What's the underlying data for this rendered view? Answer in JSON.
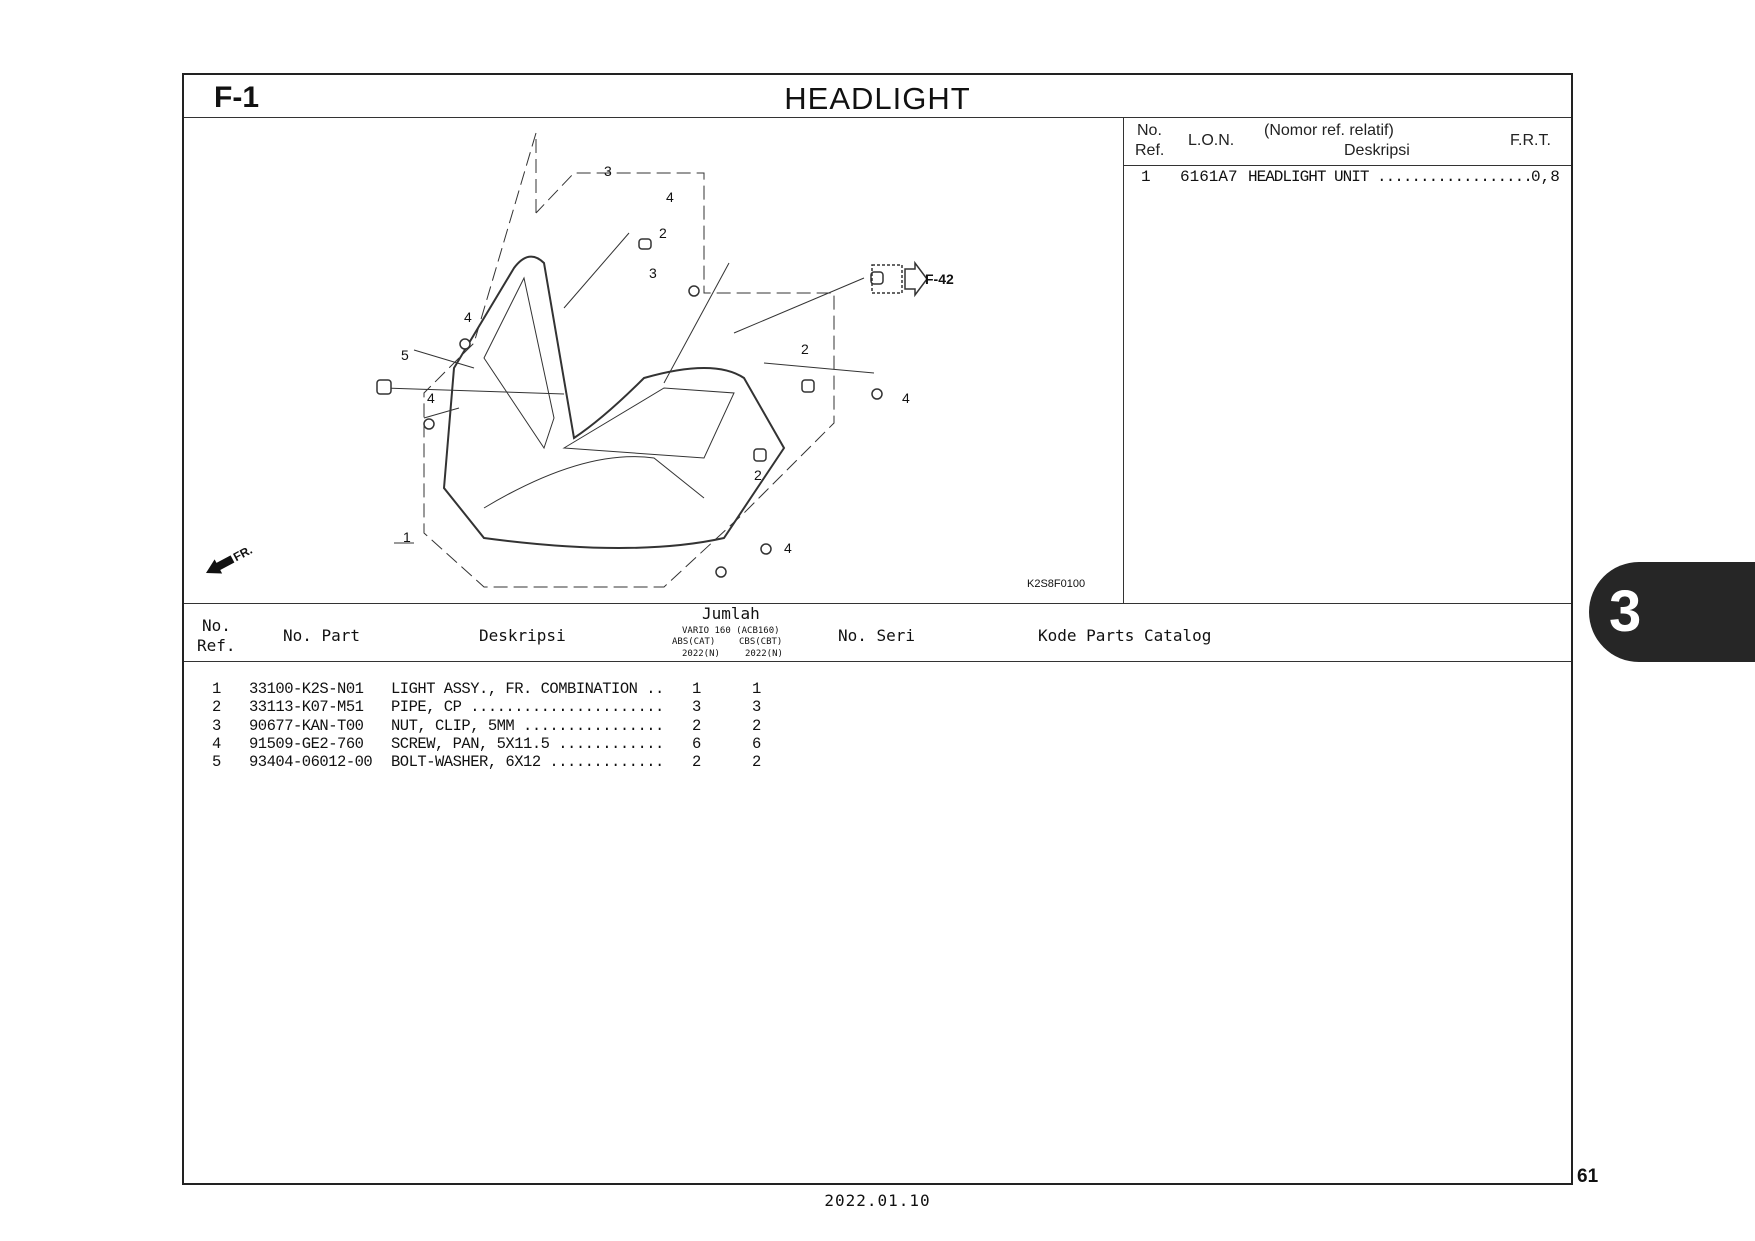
{
  "section_code": "F-1",
  "title": "HEADLIGHT",
  "diagram": {
    "callouts": [
      "1",
      "2",
      "3",
      "4",
      "5"
    ],
    "ref_link": "F-42",
    "direction": "FR.",
    "figure_code": "K2S8F0100"
  },
  "frt_panel": {
    "headers": {
      "no": "No.",
      "ref": "Ref.",
      "lon": "L.O.N.",
      "relatif": "(Nomor ref. relatif)",
      "deskripsi": "Deskripsi",
      "frt": "F.R.T."
    },
    "rows": [
      {
        "no": "1",
        "lon": "6161A7",
        "desc": "HEADLIGHT UNIT ..................",
        "frt": "0,8"
      }
    ]
  },
  "parts_table": {
    "headers": {
      "no": "No.",
      "ref": "Ref.",
      "part": "No. Part",
      "desc": "Deskripsi",
      "jumlah": "Jumlah",
      "model": "VARIO 160 (ACB160)",
      "abs": "ABS(CAT)",
      "cbs": "CBS(CBT)",
      "year1": "2022(N)",
      "year2": "2022(N)",
      "seri": "No. Seri",
      "kode": "Kode Parts Catalog"
    },
    "rows": [
      {
        "ref": "1",
        "part": "33100-K2S-N01",
        "desc": "LIGHT ASSY., FR. COMBINATION ..",
        "abs": "1",
        "cbs": "1"
      },
      {
        "ref": "2",
        "part": "33113-K07-M51",
        "desc": "PIPE, CP ......................",
        "abs": "3",
        "cbs": "3"
      },
      {
        "ref": "3",
        "part": "90677-KAN-T00",
        "desc": "NUT, CLIP, 5MM ................",
        "abs": "2",
        "cbs": "2"
      },
      {
        "ref": "4",
        "part": "91509-GE2-760",
        "desc": "SCREW, PAN, 5X11.5 ............",
        "abs": "6",
        "cbs": "6"
      },
      {
        "ref": "5",
        "part": "93404-06012-00",
        "desc": "BOLT-WASHER, 6X12 .............",
        "abs": "2",
        "cbs": "2"
      }
    ]
  },
  "chapter_tab": "3",
  "page_number": "61",
  "date": "2022.01.10"
}
